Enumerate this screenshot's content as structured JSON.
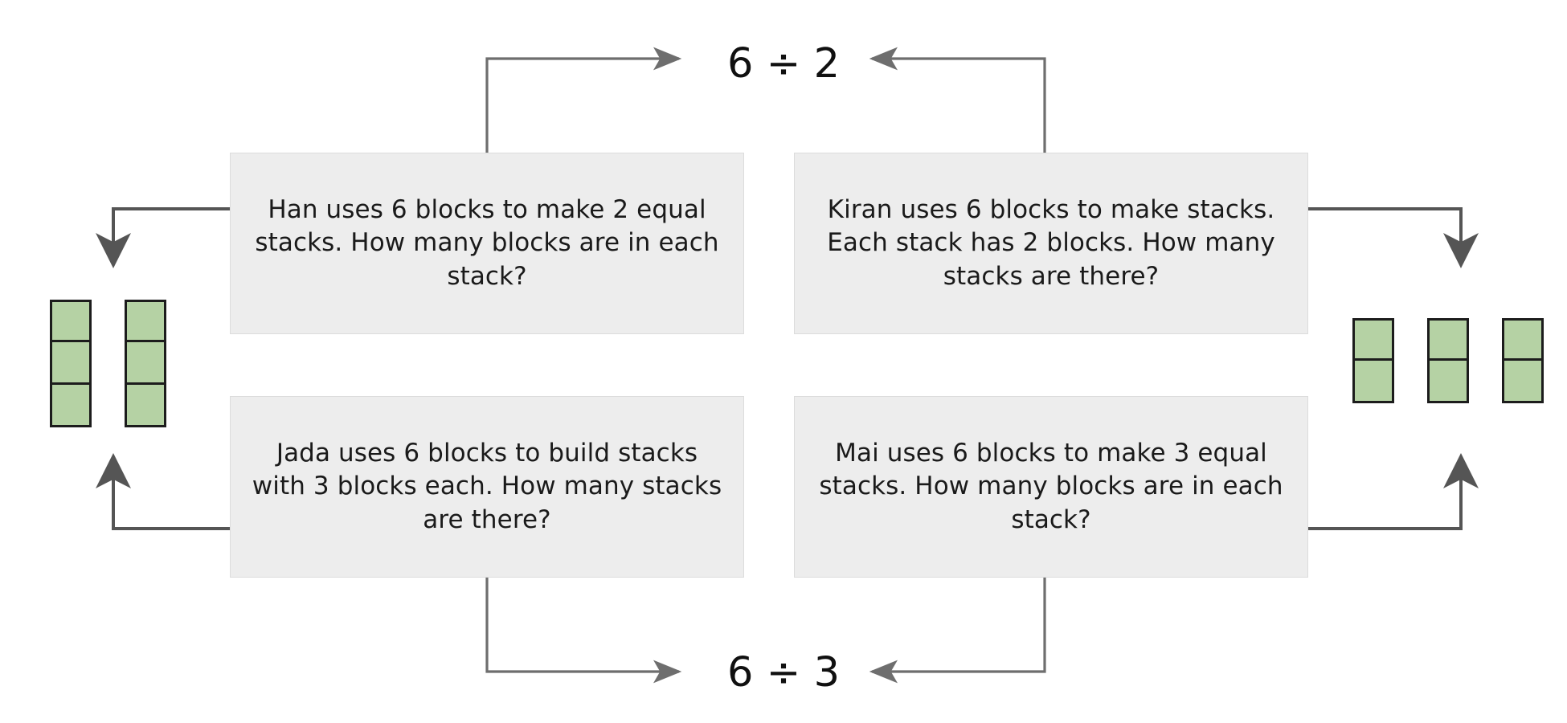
{
  "diagram": {
    "title_top": "6 ÷ 2",
    "title_bottom": "6 ÷ 3",
    "accent_block_fill": "#b5d2a4",
    "accent_block_stroke": "#1c1c1c",
    "box_fill": "#ededed",
    "box_stroke": "#dcdcdc",
    "arrow_color": "#6e6e6e",
    "boxes": [
      {
        "id": "han",
        "text": "Han uses 6 blocks to make 2 equal stacks. How many blocks are in each stack?",
        "position": "top-left"
      },
      {
        "id": "kiran",
        "text": "Kiran uses 6 blocks to make stacks. Each stack has 2 blocks. How many stacks are there?",
        "position": "top-right"
      },
      {
        "id": "jada",
        "text": "Jada uses 6 blocks to build stacks with 3 blocks each. How many stacks are there?",
        "position": "bottom-left"
      },
      {
        "id": "mai",
        "text": "Mai uses 6 blocks to make 3 equal stacks. How many blocks are in each stack?",
        "position": "bottom-right"
      }
    ],
    "stacks_left": {
      "label": "two stacks of three blocks",
      "stack_count": 2,
      "blocks_per_stack": 3,
      "total_blocks": 6
    },
    "stacks_right": {
      "label": "three stacks of two blocks",
      "stack_count": 3,
      "blocks_per_stack": 2,
      "total_blocks": 6
    },
    "connectors": [
      {
        "from": "han",
        "to": "title_top",
        "direction": "right"
      },
      {
        "from": "kiran",
        "to": "title_top",
        "direction": "left"
      },
      {
        "from": "jada",
        "to": "title_bottom",
        "direction": "right"
      },
      {
        "from": "mai",
        "to": "title_bottom",
        "direction": "left"
      },
      {
        "from": "han",
        "to": "stacks_left",
        "direction": "down"
      },
      {
        "from": "jada",
        "to": "stacks_left",
        "direction": "up"
      },
      {
        "from": "kiran",
        "to": "stacks_right",
        "direction": "down"
      },
      {
        "from": "mai",
        "to": "stacks_right",
        "direction": "up"
      }
    ]
  }
}
